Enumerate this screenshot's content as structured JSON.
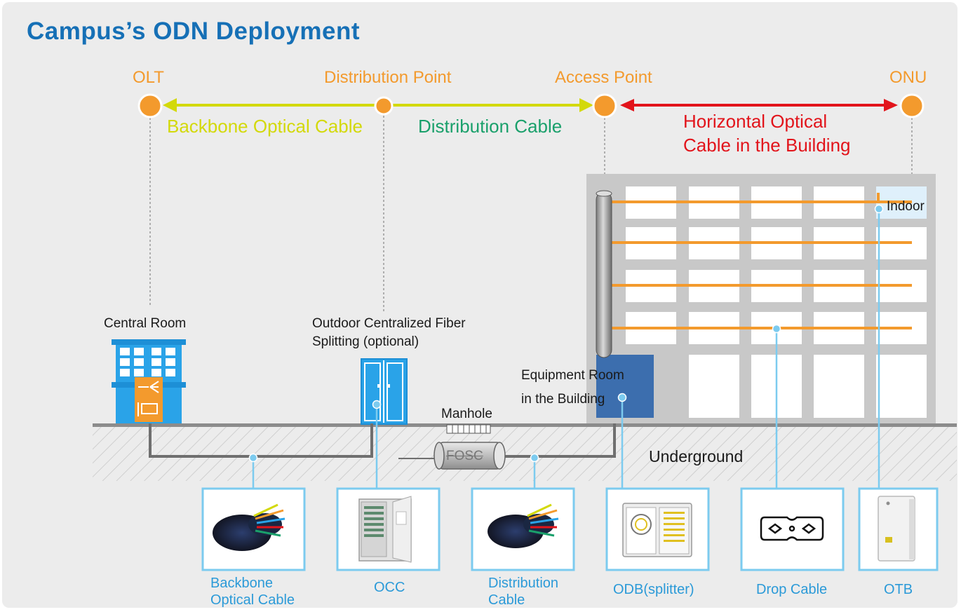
{
  "title": "Campus’s ODN Deployment",
  "colors": {
    "title": "#1670b6",
    "node": "#f39a2d",
    "backbone": "#d3d90a",
    "distribution": "#1aa06b",
    "horizontal": "#e2141b",
    "product_label": "#2b9ad8",
    "product_border": "#7ccbef",
    "building": "#c8c8c8",
    "equipment_room": "#3c6eae"
  },
  "nodes": {
    "olt": "OLT",
    "distribution_point": "Distribution Point",
    "access_point": "Access Point",
    "onu": "ONU"
  },
  "segments": {
    "backbone": "Backbone Optical Cable",
    "distribution": "Distribution Cable",
    "horizontal_line1": "Horizontal Optical",
    "horizontal_line2": "Cable in the Building"
  },
  "scene": {
    "central_room": "Central Room",
    "occ_line1": "Outdoor Centralized Fiber",
    "occ_line2": "Splitting (optional)",
    "manhole": "Manhole",
    "fosc": "FOSC",
    "equipment_line1": "Equipment  Room",
    "equipment_line2": "in the Building",
    "underground": "Underground",
    "indoor": "Indoor"
  },
  "products": [
    {
      "label": "Backbone Optical Cable",
      "icon": "fiber-cable-icon"
    },
    {
      "label": "OCC",
      "icon": "cabinet-icon"
    },
    {
      "label": "Distribution Cable",
      "icon": "fiber-cable-icon"
    },
    {
      "label": "ODB(splitter)",
      "icon": "splitter-box-icon"
    },
    {
      "label": "Drop Cable",
      "icon": "drop-cable-section-icon"
    },
    {
      "label": "OTB",
      "icon": "terminal-box-icon"
    }
  ]
}
